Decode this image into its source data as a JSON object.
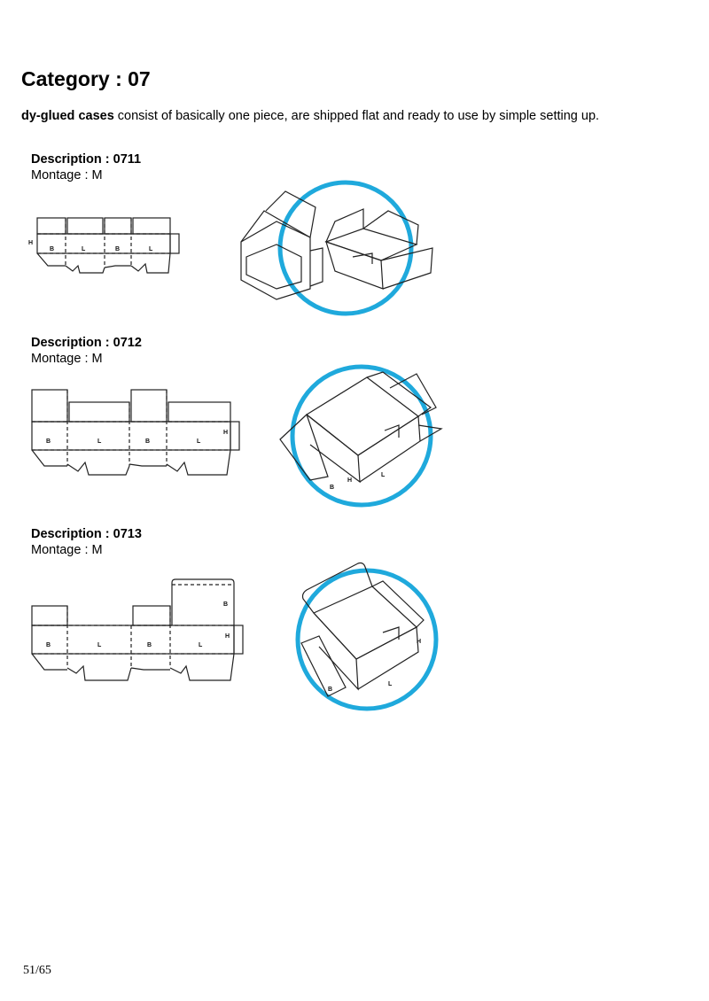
{
  "page": {
    "title": "Category : 07",
    "intro_bold": "dy-glued cases",
    "intro_rest": " consist of basically one piece, are shipped flat and ready to use by simple setting up.",
    "page_number": "51/65"
  },
  "items": [
    {
      "title": "Description : 0711",
      "montage": "Montage : M"
    },
    {
      "title": "Description : 0712",
      "montage": "Montage : M"
    },
    {
      "title": "Description : 0713",
      "montage": "Montage : M"
    }
  ],
  "labels": {
    "b": "B",
    "l": "L",
    "h": "H"
  },
  "accent_color": "#1fa9dc"
}
